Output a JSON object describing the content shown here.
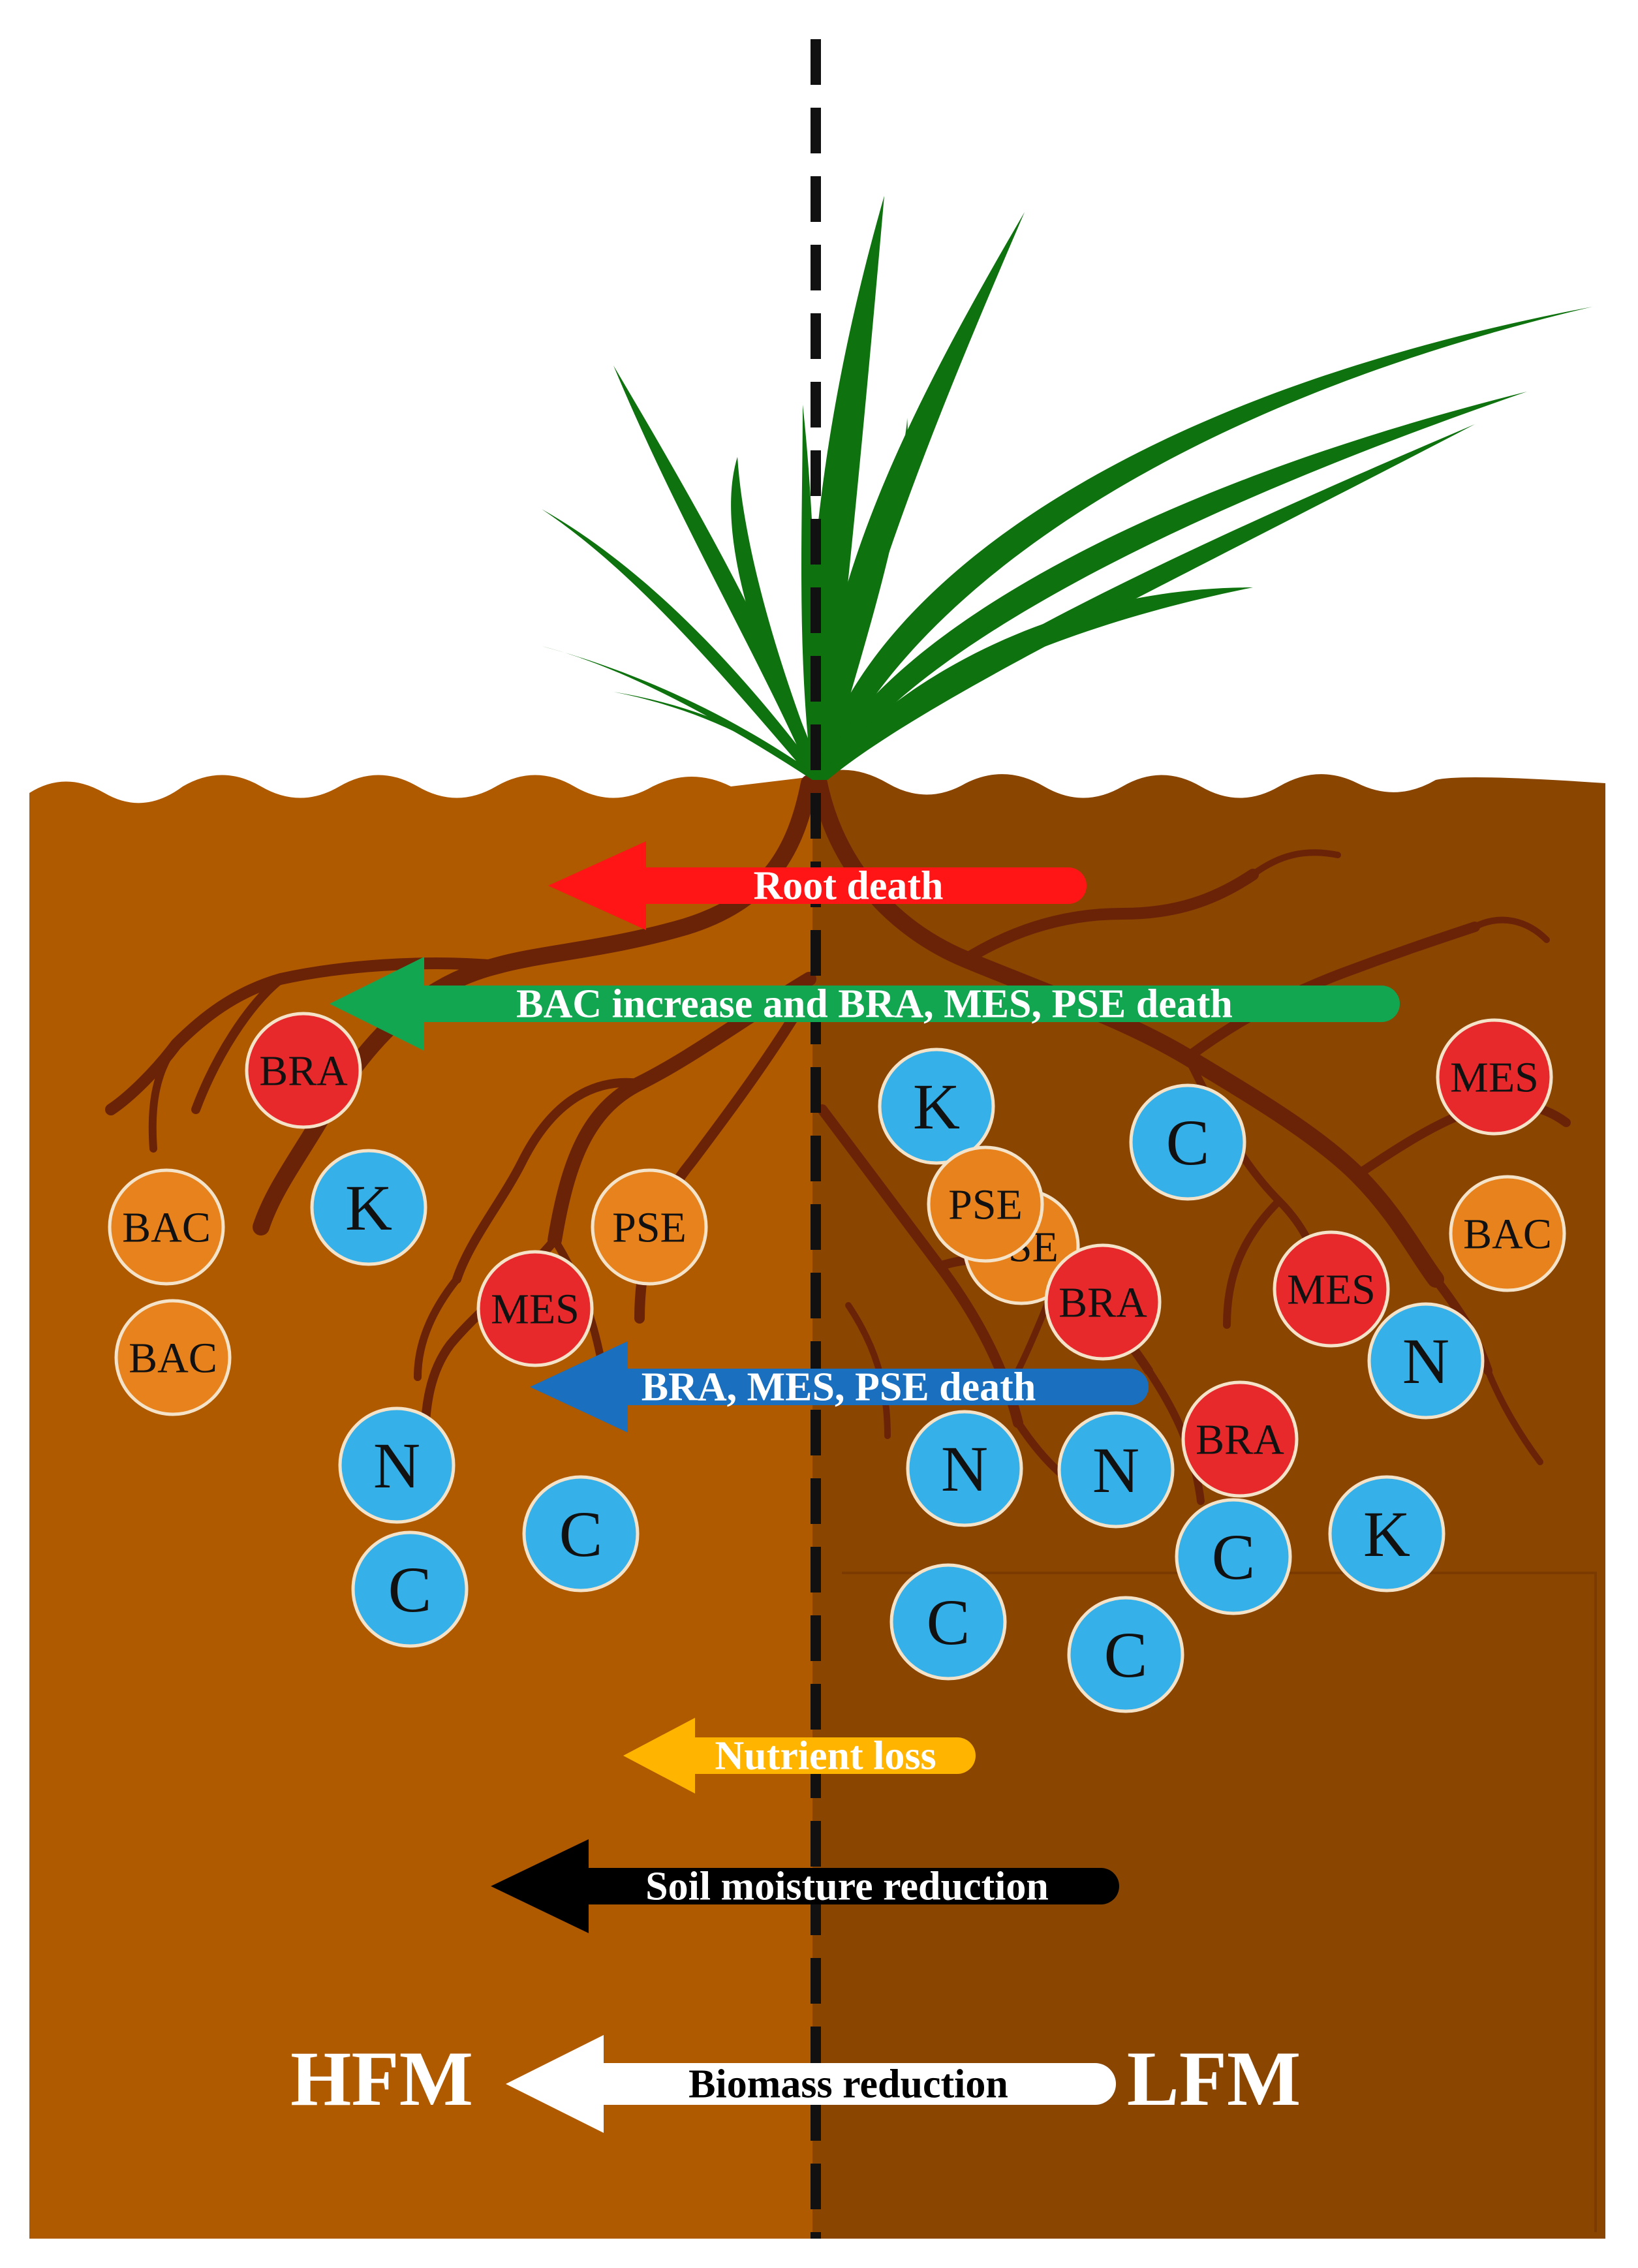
{
  "colors": {
    "soil_left": "#b05a00",
    "soil_right": "#8a4500",
    "root": "#6b2308",
    "grass": "#0e720e",
    "circle_blue": "#35b0e8",
    "circle_red": "#e8292c",
    "circle_orange": "#e8821c",
    "arrow_red": "#ff1515",
    "arrow_green": "#12a651",
    "arrow_blue": "#1a6fbf",
    "arrow_yellow": "#ffb400",
    "arrow_black": "#000000",
    "arrow_white": "#ffffff"
  },
  "arrows": [
    {
      "id": "root-death",
      "label": "Root death",
      "color": "red",
      "text_color": "#ffffff"
    },
    {
      "id": "bac-increase",
      "label": "BAC increase and BRA, MES, PSE death",
      "color": "green",
      "text_color": "#ffffff"
    },
    {
      "id": "bra-mes-pse-death",
      "label": "BRA, MES, PSE death",
      "color": "blue",
      "text_color": "#ffffff"
    },
    {
      "id": "nutrient-loss",
      "label": "Nutrient loss",
      "color": "yellow",
      "text_color": "#ffffff"
    },
    {
      "id": "soil-moisture",
      "label": "Soil moisture reduction",
      "color": "black",
      "text_color": "#ffffff"
    },
    {
      "id": "biomass-reduction",
      "label": "Biomass reduction",
      "color": "white",
      "text_color": "#000000"
    }
  ],
  "side_labels": {
    "left": "HFM",
    "right": "LFM"
  },
  "circles": [
    {
      "label": "BRA",
      "color": "red"
    },
    {
      "label": "K",
      "color": "blue"
    },
    {
      "label": "BAC",
      "color": "orange"
    },
    {
      "label": "BAC",
      "color": "orange"
    },
    {
      "label": "PSE",
      "color": "orange"
    },
    {
      "label": "MES",
      "color": "red"
    },
    {
      "label": "N",
      "color": "blue"
    },
    {
      "label": "C",
      "color": "blue"
    },
    {
      "label": "C",
      "color": "blue"
    },
    {
      "label": "K",
      "color": "blue"
    },
    {
      "label": "C",
      "color": "blue"
    },
    {
      "label": "MES",
      "color": "red"
    },
    {
      "label": "PSE",
      "color": "orange"
    },
    {
      "label": "PSE",
      "color": "orange"
    },
    {
      "label": "BAC",
      "color": "orange"
    },
    {
      "label": "BRA",
      "color": "red"
    },
    {
      "label": "MES",
      "color": "red"
    },
    {
      "label": "N",
      "color": "blue"
    },
    {
      "label": "N",
      "color": "blue"
    },
    {
      "label": "N",
      "color": "blue"
    },
    {
      "label": "BRA",
      "color": "red"
    },
    {
      "label": "K",
      "color": "blue"
    },
    {
      "label": "C",
      "color": "blue"
    },
    {
      "label": "C",
      "color": "blue"
    },
    {
      "label": "C",
      "color": "blue"
    }
  ]
}
